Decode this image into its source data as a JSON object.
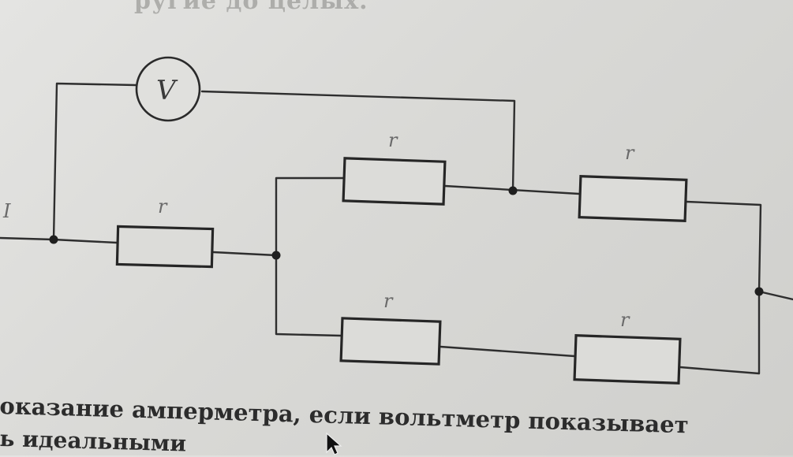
{
  "diagram": {
    "voltmeter_label": "V",
    "current_label": "I",
    "resistor_labels": [
      "r",
      "r",
      "r",
      "r",
      "r"
    ]
  },
  "text": {
    "top_fragment": "ругие до целых.",
    "bottom_line_1": "оказание амперметра, если вольтметр показывает",
    "bottom_line_2": "ь идеальными"
  }
}
